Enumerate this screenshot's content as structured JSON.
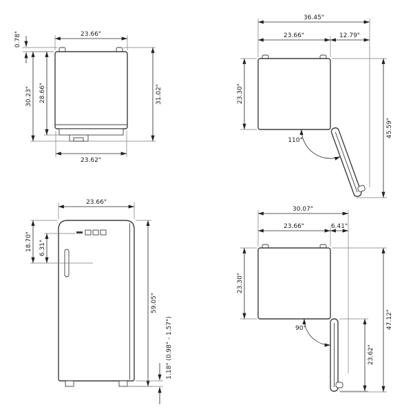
{
  "page": {
    "background": "#ffffff",
    "line_color": "#222222"
  },
  "views": {
    "side": {
      "name": "side-view-closed",
      "dims": {
        "top_width": "23.66\"",
        "hinge_height": "0.78\"",
        "height_to_top": "30.23\"",
        "body_height": "28.66\"",
        "overall_height": "31.02\"",
        "bottom_depth": "23.62\""
      }
    },
    "door_open_110": {
      "name": "top-view-door-open-110",
      "dims": {
        "overall_width": "36.45\"",
        "cabinet_width": "23.66\"",
        "door_projection": "12.79\"",
        "cabinet_depth": "23.30\"",
        "overall_depth": "45.59\"",
        "door_angle": "110°"
      }
    },
    "front": {
      "name": "front-view",
      "dims": {
        "width": "23.66\"",
        "handle_from_top": "18.70\"",
        "logo_to_handle": "6.31\"",
        "height": "59.05\"",
        "leveling_feet": "1.18\" (0.98\" - 1.57\")"
      }
    },
    "door_open_90": {
      "name": "top-view-door-open-90",
      "dims": {
        "overall_width": "30.07\"",
        "cabinet_width": "23.66\"",
        "door_projection": "6.41\"",
        "cabinet_depth": "23.30\"",
        "overall_depth": "47.12\"",
        "door_width": "23.62\"",
        "door_angle": "90°"
      }
    }
  }
}
